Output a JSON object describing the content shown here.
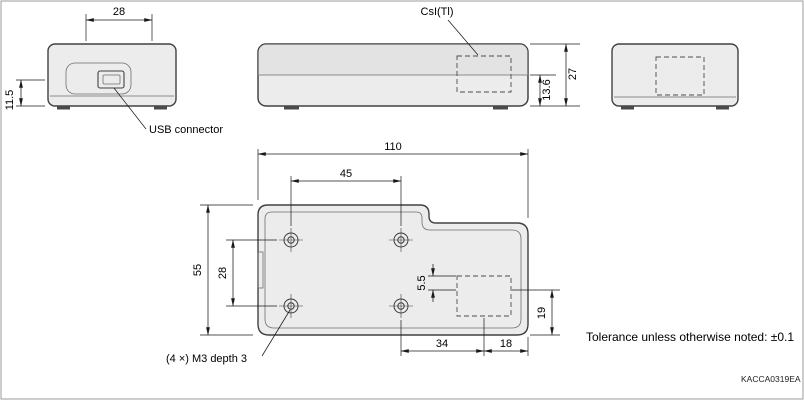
{
  "frame": {
    "tolerance_note": "Tolerance unless otherwise noted: ±0.1",
    "doc_code": "KACCA0319EA"
  },
  "labels": {
    "csi_scintillator": "CsI(Tl)",
    "usb_connector": "USB connector",
    "mounting_holes": "(4 ×) M3 depth 3"
  },
  "dimensions": {
    "end_view_width": "28",
    "end_view_usb_height": "11.5",
    "side_view_base_height": "13.6",
    "side_view_total_height": "27",
    "plan_length": "110",
    "plan_hole_pitch_x": "45",
    "plan_width": "55",
    "plan_hole_pitch_y": "28",
    "plan_csi_offset": "5.5",
    "plan_csi_to_edge": "19",
    "plan_hole_to_csi": "34",
    "plan_csi_to_right": "18"
  },
  "colors": {
    "body_fill": "#ececec",
    "outline": "#414141",
    "dimension": "#1a1a1a",
    "background": "#ffffff"
  }
}
